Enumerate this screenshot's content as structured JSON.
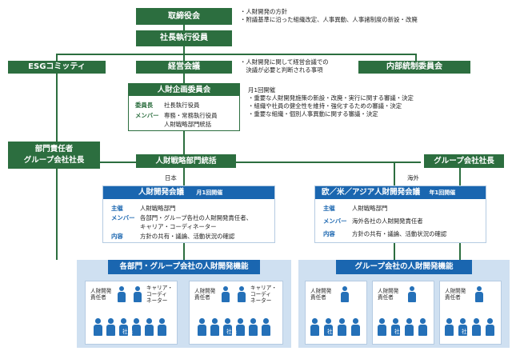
{
  "top": {
    "board": "取締役会",
    "ceo_exec": "社長執行役員"
  },
  "board_notes": [
    "・人財開発の方針",
    "・附議基準に沿った組織改定、人事異動、人事諸制度の新設・改廃"
  ],
  "row2": {
    "esg": "ESGコミッティ",
    "mgmt": "経営会議",
    "internal": "内部統制委員会"
  },
  "mgmt_notes": [
    "・人財開発に関して経営会議での",
    "　決議が必要と判断される事項"
  ],
  "hr_committee": {
    "title": "人財企画委員会",
    "chair_label": "委員長",
    "chair": "社長執行役員",
    "member_label": "メンバー",
    "members": [
      "専務・常務執行役員",
      "人財戦略部門統括"
    ]
  },
  "hr_committee_notes": [
    "月1回開催",
    "・重要な人財開発施策の新設・改廃・実行に関する審議・決定",
    "・組織や社員の健全性を維持・強化するための審議・決定",
    "・重要な組織・個別人事異動に関する審議・決定"
  ],
  "dept_heads": [
    "部門責任者",
    "グループ会社社長"
  ],
  "hr_strategy": "人財戦略部門統括",
  "group_president": "グループ会社社長",
  "japan_label": "日本",
  "overseas_label": "海外",
  "jp_meeting": {
    "title": "人財開発会議",
    "freq": "月1回開催",
    "host_label": "主催",
    "host": "人財戦略部門",
    "member_label": "メンバー",
    "members": [
      "各部門・グループ各社の人財開発責任者、",
      "キャリア・コーディネーター"
    ],
    "content_label": "内容",
    "content": "方針の共有・議論、活動状況の確認"
  },
  "ov_meeting": {
    "title": "欧／米／アジア人財開発会議",
    "freq": "年1回開催",
    "host_label": "主催",
    "host": "人財戦略部門",
    "member_label": "メンバー",
    "members": [
      "海外各社の人財開発責任者"
    ],
    "content_label": "内容",
    "content": "方針の共有・議論、活動状況の確認"
  },
  "jp_function": "各部門・グループ会社の人財開発機能",
  "ov_function": "グループ会社の人財開発機能",
  "people": {
    "hr_lead": [
      "人財開発",
      "責任者"
    ],
    "career": [
      "キャリア・",
      "コーディ",
      "ネーター"
    ],
    "employees": "社員"
  },
  "colors": {
    "green": "#2c6e3f",
    "blue": "#1a66b0",
    "panel": "#cfe0f1",
    "person": "#2470b8"
  }
}
